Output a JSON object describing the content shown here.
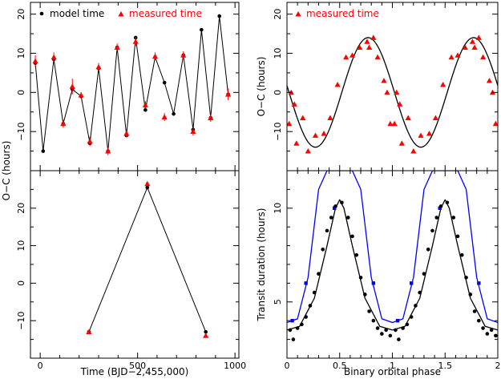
{
  "chart_data": [
    {
      "id": "p1",
      "type": "line",
      "ylabel": "O−C (hours)",
      "xlim": [
        -50,
        1020
      ],
      "ylim": [
        -20,
        23
      ],
      "xticks": [
        0,
        500,
        1000
      ],
      "xticks_minor": [
        -100,
        100,
        200,
        300,
        400,
        600,
        700,
        800,
        900
      ],
      "xtick_labels_shown": false,
      "yticks": [
        -10,
        0,
        10,
        20
      ],
      "yticks_minor": [
        -15,
        -5,
        5,
        15
      ],
      "legend": [
        "model time",
        "measured time"
      ],
      "series": [
        {
          "name": "model time",
          "style": "line-dots",
          "color": "#000000",
          "x": [
            -25,
            15,
            70,
            118,
            165,
            210,
            255,
            300,
            348,
            395,
            443,
            490,
            540,
            590,
            638,
            685,
            735,
            785,
            828,
            875,
            920,
            965
          ],
          "y": [
            7.5,
            -15,
            8.5,
            -8,
            0.8,
            -1,
            -13,
            6.2,
            -15,
            11.5,
            -11,
            14,
            -4.5,
            9,
            2.5,
            -5.5,
            9.5,
            -9.5,
            16,
            -6.5,
            19.5,
            -0.5
          ]
        },
        {
          "name": "measured time",
          "style": "markers",
          "marker": "triangle",
          "color": "#ff0000",
          "x": [
            -25,
            70,
            118,
            165,
            210,
            255,
            300,
            348,
            395,
            443,
            490,
            540,
            590,
            638,
            735,
            785,
            875,
            965
          ],
          "y": [
            8,
            9,
            -8,
            1.5,
            -0.7,
            -12.5,
            6.5,
            -15,
            11.5,
            -10.5,
            13,
            -3.2,
            9.2,
            -6.3,
            9.5,
            -10,
            -6.5,
            -0.5
          ],
          "err": [
            1.5,
            1.2,
            1,
            2,
            0.8,
            1.2,
            1,
            1,
            1,
            1,
            1.2,
            1,
            1,
            1,
            1,
            1,
            1,
            1.5
          ]
        }
      ]
    },
    {
      "id": "p2",
      "type": "line",
      "xlabel": "Time (BJD−2,455,000)",
      "xlim": [
        -50,
        1020
      ],
      "ylim": [
        -20,
        30
      ],
      "xticks": [
        0,
        500,
        1000
      ],
      "xticks_minor": [
        -100,
        100,
        200,
        300,
        400,
        600,
        700,
        800,
        900
      ],
      "yticks": [
        -10,
        0,
        10,
        20
      ],
      "yticks_minor": [
        -15,
        -5,
        5,
        15,
        25
      ],
      "series": [
        {
          "name": "model time",
          "style": "line-dots",
          "color": "#000000",
          "x": [
            250,
            550,
            850
          ],
          "y": [
            -13,
            25.5,
            -13
          ]
        },
        {
          "name": "measured time",
          "style": "markers",
          "marker": "triangle",
          "color": "#ff0000",
          "x": [
            250,
            550,
            850
          ],
          "y": [
            -13,
            26.5,
            -14
          ]
        }
      ]
    },
    {
      "id": "p3",
      "type": "line",
      "ylabel": "O−C (hours)",
      "xlim": [
        0,
        2
      ],
      "ylim": [
        -20,
        23
      ],
      "xticks": [
        0,
        0.5,
        1,
        1.5,
        2
      ],
      "xticks_minor": [
        0.1,
        0.2,
        0.3,
        0.4,
        0.6,
        0.7,
        0.8,
        0.9,
        1.1,
        1.2,
        1.3,
        1.4,
        1.6,
        1.7,
        1.8,
        1.9
      ],
      "xtick_labels_shown": false,
      "yticks": [
        -10,
        0,
        10,
        20
      ],
      "yticks_minor": [
        -15,
        -5,
        5,
        15
      ],
      "legend": [
        "measured time"
      ],
      "model_curve": {
        "amplitude": 14,
        "phase_of_max": 0.77,
        "color": "#000000"
      },
      "series": [
        {
          "name": "measured time",
          "style": "markers",
          "marker": "triangle",
          "color": "#ff0000",
          "x": [
            0.02,
            0.04,
            0.07,
            0.09,
            0.15,
            0.2,
            0.27,
            0.35,
            0.41,
            0.48,
            0.56,
            0.62,
            0.69,
            0.76,
            0.78,
            0.82,
            0.86,
            0.92,
            0.95,
            0.98,
            1.02,
            1.04,
            1.07,
            1.09,
            1.15,
            1.2,
            1.27,
            1.35,
            1.41,
            1.48,
            1.56,
            1.62,
            1.69,
            1.76,
            1.78,
            1.82,
            1.86,
            1.92,
            1.95,
            1.98
          ],
          "y": [
            -8,
            0,
            -3,
            -13,
            -6.5,
            -15,
            -11,
            -10.5,
            -6.5,
            2,
            9,
            9.5,
            11.5,
            13,
            11.5,
            14,
            9,
            3,
            0,
            -8,
            -8,
            0,
            -3,
            -13,
            -6.5,
            -15,
            -11,
            -10.5,
            -6.5,
            2,
            9,
            9.5,
            11.5,
            13,
            11.5,
            14,
            9,
            3,
            0,
            -8
          ]
        }
      ]
    },
    {
      "id": "p4",
      "type": "line",
      "ylabel": "Transit duration (hours)",
      "xlabel": "Binary orbital phase",
      "xlim": [
        0,
        2
      ],
      "ylim": [
        2,
        12
      ],
      "xticks": [
        0,
        0.5,
        1,
        1.5,
        2
      ],
      "xticks_minor": [
        0.1,
        0.2,
        0.3,
        0.4,
        0.6,
        0.7,
        0.8,
        0.9,
        1.1,
        1.2,
        1.3,
        1.4,
        1.6,
        1.7,
        1.8,
        1.9
      ],
      "yticks": [
        5,
        10
      ],
      "yticks_minor": [
        3,
        4,
        6,
        7,
        8,
        9,
        11
      ],
      "curves": [
        {
          "color": "#0000ff",
          "points": [
            [
              0,
              3.9
            ],
            [
              0.1,
              4.1
            ],
            [
              0.2,
              6.3
            ],
            [
              0.3,
              11
            ],
            [
              0.38,
              12
            ]
          ],
          "mirrored": true
        },
        {
          "color": "#000000",
          "points": [
            [
              0,
              3.5
            ],
            [
              0.12,
              3.7
            ],
            [
              0.26,
              5.2
            ],
            [
              0.38,
              8
            ],
            [
              0.46,
              10
            ],
            [
              0.5,
              10.45
            ]
          ],
          "mirrored": true
        }
      ],
      "series": [
        {
          "name": "blue squares",
          "style": "markers",
          "marker": "square",
          "color": "#0000ff",
          "x": [
            0.05,
            0.18,
            0.45,
            0.82,
            1.05,
            1.18,
            1.45,
            1.82
          ],
          "y": [
            4,
            6,
            10,
            6,
            4,
            6,
            10,
            6
          ]
        },
        {
          "name": "black dots",
          "style": "markers",
          "marker": "dot",
          "color": "#000000",
          "x": [
            0.03,
            0.06,
            0.1,
            0.14,
            0.18,
            0.22,
            0.26,
            0.3,
            0.34,
            0.38,
            0.42,
            0.46,
            0.52,
            0.58,
            0.62,
            0.66,
            0.7,
            0.74,
            0.78,
            0.82,
            0.86,
            0.9,
            0.94,
            0.98,
            1.03,
            1.06,
            1.1,
            1.14,
            1.18,
            1.22,
            1.26,
            1.3,
            1.34,
            1.38,
            1.42,
            1.46,
            1.52,
            1.58,
            1.62,
            1.66,
            1.7,
            1.74,
            1.78,
            1.82,
            1.86,
            1.9,
            1.94,
            1.98
          ],
          "y": [
            3.5,
            3,
            3.6,
            3.8,
            4.2,
            4.8,
            5.5,
            6.5,
            7.8,
            8.8,
            9.5,
            10.1,
            10.3,
            9.5,
            8.5,
            7.5,
            6.3,
            5.4,
            4.5,
            4,
            3.6,
            3.3,
            3.5,
            3.2,
            3.5,
            3,
            3.6,
            3.8,
            4.2,
            4.8,
            5.5,
            6.5,
            7.8,
            8.8,
            9.5,
            10.1,
            10.3,
            9.5,
            8.5,
            7.5,
            6.3,
            5.4,
            4.5,
            4,
            3.6,
            3.3,
            3.5,
            3.2
          ]
        }
      ]
    }
  ]
}
